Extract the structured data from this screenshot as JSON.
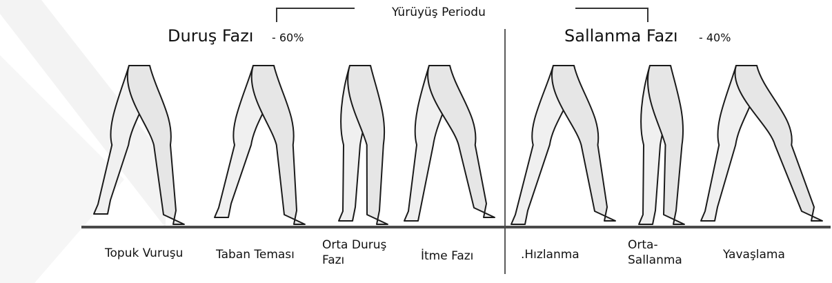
{
  "title": "Yürüyüş Periodu",
  "stance": {
    "title": "Duruş Fazı",
    "percent": "- 60%"
  },
  "swing": {
    "title": "Sallanma Fazı",
    "percent": "- 40%"
  },
  "phases": [
    {
      "label": "Topuk Vuruşu"
    },
    {
      "label": "Taban Teması"
    },
    {
      "label": "Orta Duruş Fazı"
    },
    {
      "label": "İtme Fazı"
    },
    {
      "label": ".Hızlanma"
    },
    {
      "label": "Orta-Sallanma"
    },
    {
      "label": "Yavaşlama"
    }
  ],
  "colors": {
    "ground": "#4a4a4a",
    "leg_fill": "#e6e6e6",
    "leg_stroke": "#1a1a1a",
    "watermark": "#f2f2f2"
  }
}
